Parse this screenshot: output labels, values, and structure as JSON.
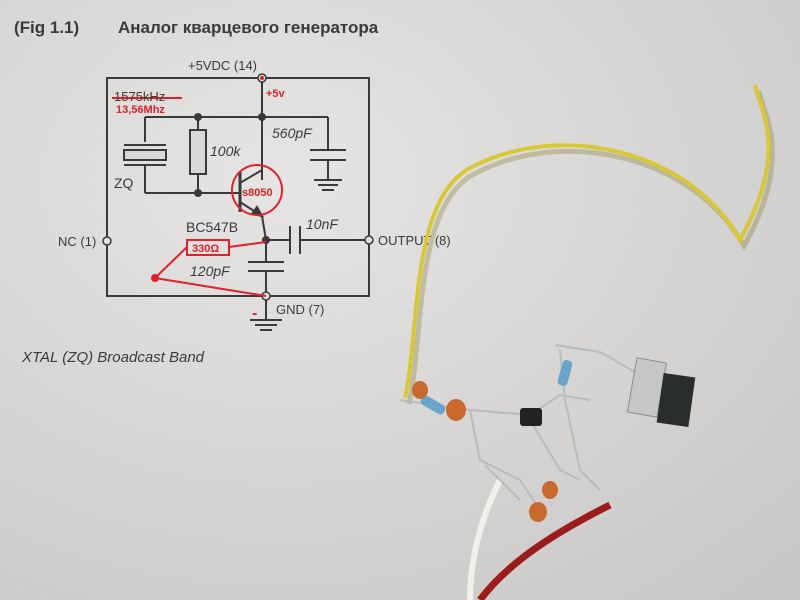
{
  "figure": {
    "heading_prefix": "(Fig 1.1)",
    "heading_title": "Аналог кварцевого генератора",
    "caption": "XTAL (ZQ) Broadcast Band"
  },
  "schematic": {
    "supply_label": "+5VDC (14)",
    "supply_mark": "+5v",
    "freq_old": "1575kHz",
    "freq_new": "13,56Mhz",
    "resistor_label": "100k",
    "cap_top_label": "560pF",
    "crystal_label": "ZQ",
    "transistor_new": "s8050",
    "transistor_old": "BC547B",
    "cap_out_label": "10nF",
    "emitter_resistor": "330Ω",
    "cap_bottom_label": "120pF",
    "nc_label": "NC (1)",
    "output_label": "OUTPUT (8)",
    "gnd_label": "GND (7)",
    "gnd_mark": "-"
  },
  "colors": {
    "paper": "#d9d8d6",
    "ink": "#3a3a3a",
    "annotation": "#e0202a",
    "wire_yellow": "#d8c838",
    "wire_red": "#a82020",
    "wire_white": "#eeeeea",
    "capacitor": "#c86a2e"
  }
}
